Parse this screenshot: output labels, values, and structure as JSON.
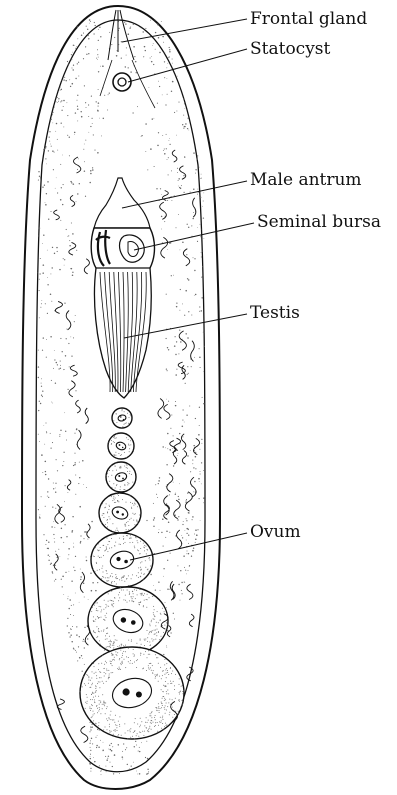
{
  "figure": {
    "labels": {
      "frontal_gland": "Frontal gland",
      "statocyst": "Statocyst",
      "male_antrum": "Male antrum",
      "seminal_bursa": "Seminal bursa",
      "testis": "Testis",
      "ovum": "Ovum"
    },
    "colors": {
      "ink": "#111111",
      "stipple": "#6a6a6a",
      "background": "#ffffff"
    }
  }
}
